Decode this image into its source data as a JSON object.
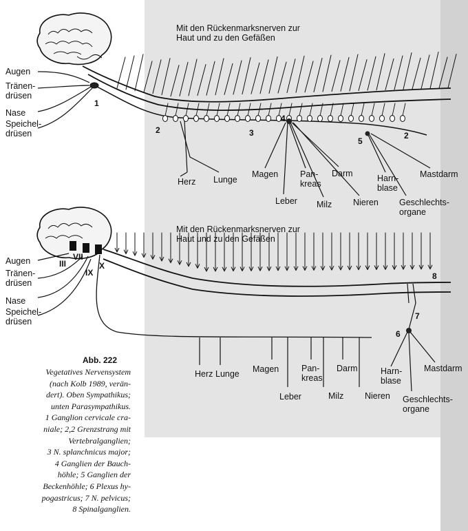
{
  "top_diagram": {
    "heading": "Mit den Rückenmarksnerven zur\nHaut und zu den Gefäßen",
    "left_labels": [
      "Augen",
      "Tränen-\ndrüsen",
      "Nase",
      "Speichel-\ndrüsen"
    ],
    "organ_labels": {
      "herz": "Herz",
      "lunge": "Lunge",
      "magen": "Magen",
      "leber": "Leber",
      "pankreas": "Pan-\nkreas",
      "milz": "Milz",
      "darm": "Darm",
      "nieren": "Nieren",
      "harnblase": "Harn-\nblase",
      "geschlechtsorgane": "Geschlechts-\norgane",
      "mastdarm": "Mastdarm"
    },
    "numbers": [
      "1",
      "2",
      "3",
      "4",
      "5",
      "2"
    ]
  },
  "bottom_diagram": {
    "heading": "Mit den Rückenmarksnerven zur\nHaut und zu den Gefäßen",
    "left_labels": [
      "Augen",
      "Tränen-\ndrüsen",
      "Nase",
      "Speichel-\ndrüsen"
    ],
    "cranial_nerves": [
      "III",
      "VII",
      "IX",
      "X"
    ],
    "organ_labels": {
      "herz": "Herz",
      "lunge": "Lunge",
      "magen": "Magen",
      "leber": "Leber",
      "pankreas": "Pan-\nkreas",
      "milz": "Milz",
      "darm": "Darm",
      "nieren": "Nieren",
      "harnblase": "Harn-\nblase",
      "geschlechtsorgane": "Geschlechts-\norgane",
      "mastdarm": "Mastdarm"
    },
    "numbers": [
      "8",
      "7",
      "6"
    ]
  },
  "caption": {
    "title": "Abb. 222",
    "lines": [
      "Vegetatives Nervensystem",
      "(nach Kolb 1989, verän-",
      "dert). Oben Sympathikus;",
      "unten Parasympathikus.",
      "1 Ganglion cervicale cra-",
      "niale; 2,2 Grenzstrang mit",
      "Vertebralganglien;",
      "3 N. splanchnicus major;",
      "4 Ganglien der Bauch-",
      "höhle; 5 Ganglien der",
      "Beckenhöhle; 6 Plexus hy-",
      "pogastricus; 7 N. pelvicus;",
      "8 Spinalganglien."
    ]
  },
  "colors": {
    "ink": "#111111",
    "page": "#ffffff",
    "bleed_page": "#e4e4e4"
  }
}
